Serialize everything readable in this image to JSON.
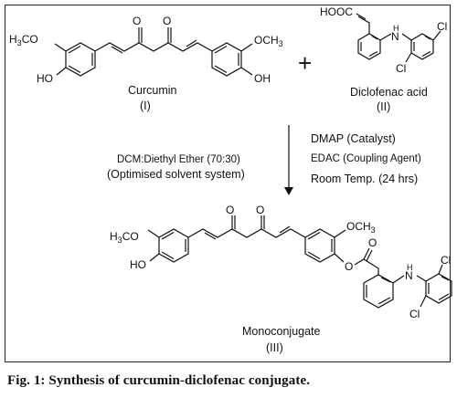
{
  "atoms": {
    "h3co_top": "H₃CO",
    "methoxy_top_left": "H3CO",
    "och3_right": "OCH",
    "och3_sub": "3",
    "ho": "HO",
    "oh": "OH",
    "o": "O",
    "cooh": "HOOC",
    "nh": "H",
    "n": "N",
    "cl": "Cl",
    "h3co_product_h": "H",
    "h3co_product_3": "3",
    "h3co_product_co": "CO"
  },
  "reactants": {
    "curcumin_name": "Curcumin",
    "curcumin_id": "(I)",
    "plus": "+",
    "diclofenac_name": "Diclofenac acid",
    "diclofenac_id": "(II)"
  },
  "conditions": {
    "left_line1": "DCM:Diethyl Ether (70:30)",
    "left_line2": "(Optimised solvent system)",
    "right_line1": "DMAP (Catalyst)",
    "right_line2": "EDAC (Coupling Agent)",
    "right_line3": "Room Temp. (24 hrs)"
  },
  "product": {
    "name": "Monoconjugate",
    "id": "(III)"
  },
  "caption": {
    "label": "Fig. 1:",
    "text": "Synthesis of curcumin-diclofenac conjugate."
  }
}
